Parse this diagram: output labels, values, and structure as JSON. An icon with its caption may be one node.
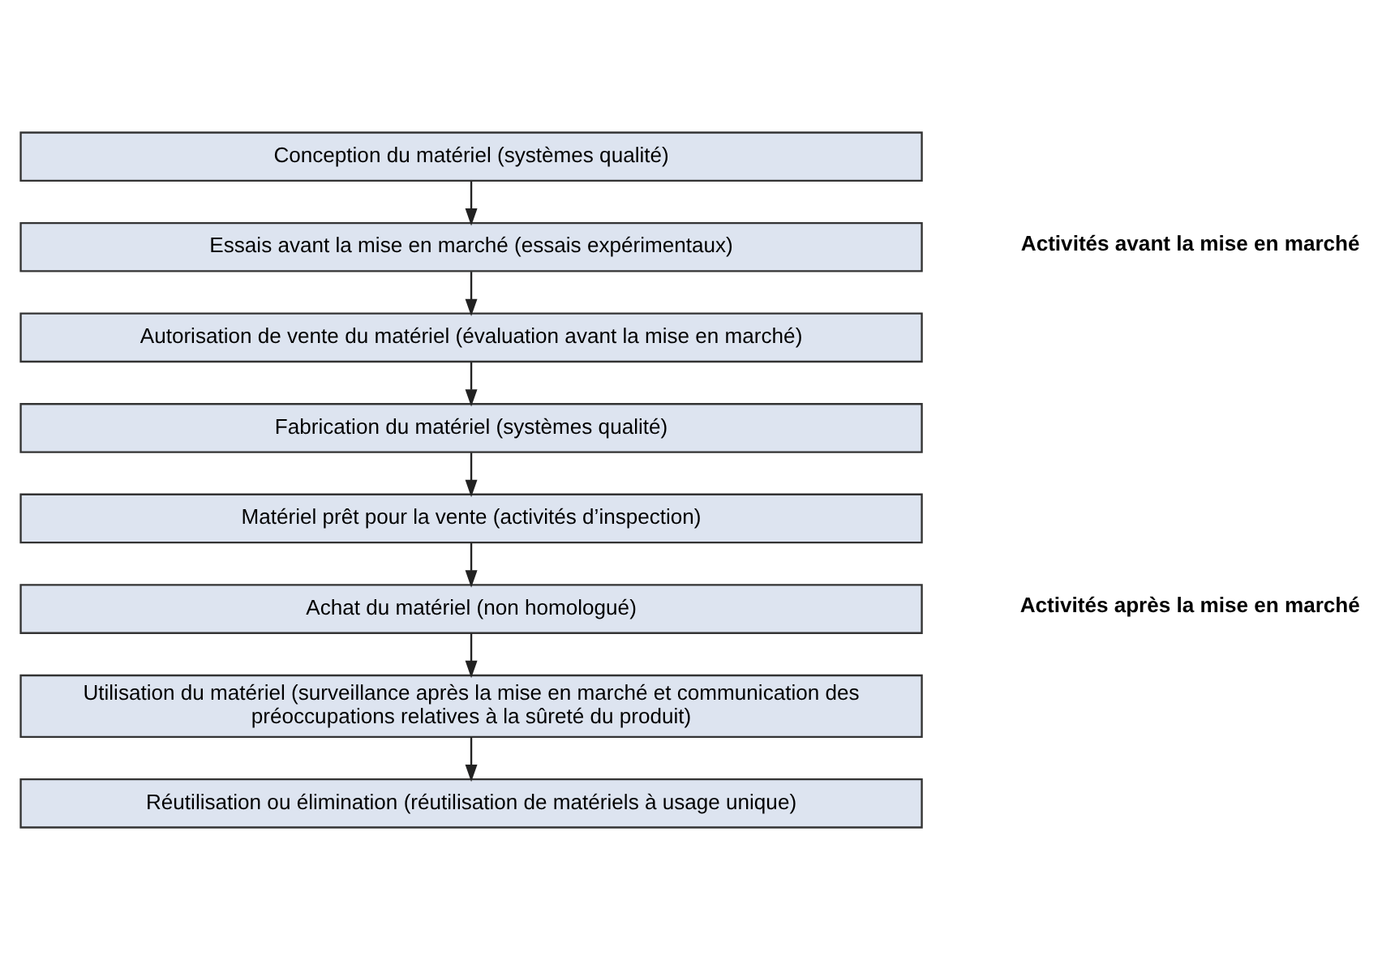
{
  "diagram": {
    "nodes": [
      {
        "text": [
          "Conception du matériel (systèmes qualité)"
        ]
      },
      {
        "text": [
          "Essais avant la mise en marché (essais expérimentaux)"
        ]
      },
      {
        "text": [
          "Autorisation de vente du matériel (évaluation avant la mise en marché)"
        ]
      },
      {
        "text": [
          "Fabrication du matériel (systèmes qualité)"
        ]
      },
      {
        "text": [
          "Matériel prêt pour la vente (activités d’inspection)"
        ]
      },
      {
        "text": [
          "Achat du matériel (non homologué)"
        ]
      },
      {
        "text": [
          "Utilisation du matériel (surveillance après la mise en marché et communication des préoccupations relatives à la sûreté du produit)"
        ]
      },
      {
        "text": [
          "Réutilisation ou élimination (réutilisation de matériels à usage unique)"
        ]
      }
    ],
    "edges": [
      {
        "from": 0,
        "to": 1,
        "arrow": "to"
      },
      {
        "from": 1,
        "to": 2,
        "arrow": "to"
      },
      {
        "from": 2,
        "to": 3,
        "arrow": "to"
      },
      {
        "from": 3,
        "to": 4,
        "arrow": "to"
      },
      {
        "from": 4,
        "to": 5,
        "arrow": "to"
      },
      {
        "from": 5,
        "to": 6,
        "arrow": "to"
      },
      {
        "from": 6,
        "to": 7,
        "arrow": "to"
      }
    ],
    "labels": [
      "Activités avant la mise en marché",
      "Activités après la mise en marché"
    ]
  }
}
